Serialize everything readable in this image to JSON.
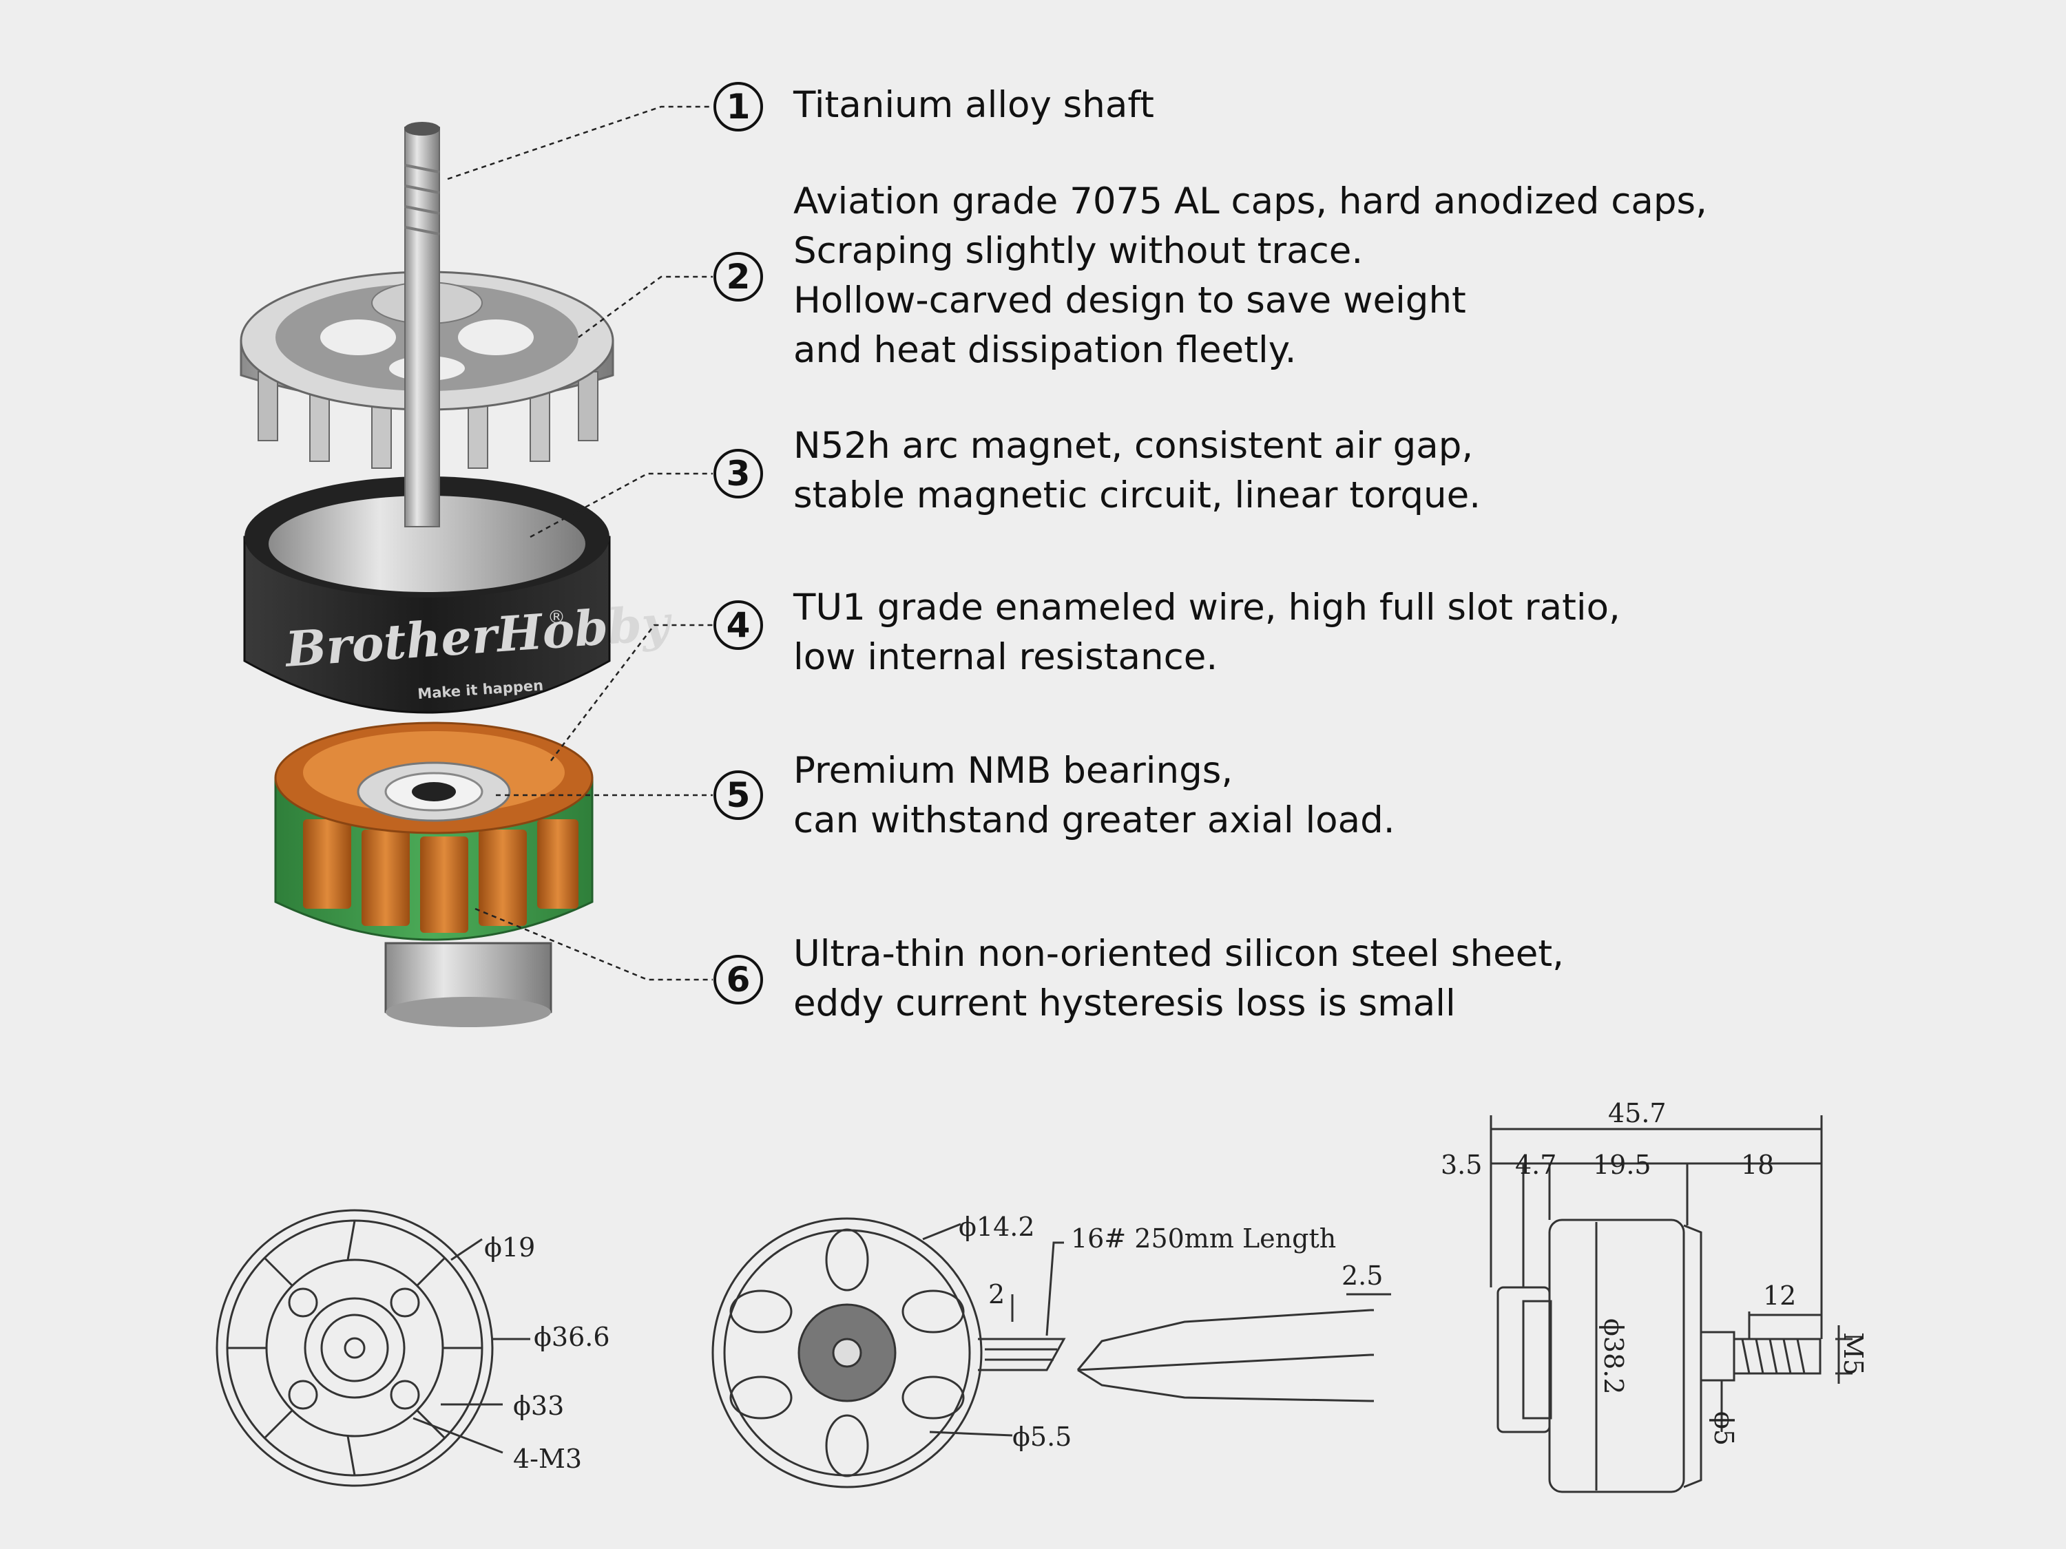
{
  "features": [
    {
      "number": "1",
      "lines": [
        "Titanium alloy shaft"
      ]
    },
    {
      "number": "2",
      "lines": [
        "Aviation grade 7075 AL caps, hard anodized caps,",
        "Scraping slightly without trace.",
        "Hollow-carved design to save weight",
        "and heat dissipation fleetly."
      ]
    },
    {
      "number": "3",
      "lines": [
        "N52h arc magnet, consistent air gap,",
        "stable magnetic circuit, linear torque."
      ]
    },
    {
      "number": "4",
      "lines": [
        "TU1 grade enameled wire, high full slot ratio,",
        "low internal resistance."
      ]
    },
    {
      "number": "5",
      "lines": [
        "Premium NMB bearings,",
        "can withstand greater axial load."
      ]
    },
    {
      "number": "6",
      "lines": [
        "Ultra-thin non-oriented silicon steel sheet,",
        "eddy current hysteresis loss is small"
      ]
    }
  ],
  "brand": {
    "name": "BrotherHobby",
    "registered": "®",
    "tagline": "Make it happen"
  },
  "drawings": {
    "front": {
      "d1": "ϕ19",
      "d2": "ϕ36.6",
      "d3": "ϕ33",
      "screws": "4-M3"
    },
    "back": {
      "hub": "ϕ14.2",
      "wire": "16#  250mm Length",
      "wire_offset": "2",
      "strip": "2.5",
      "hole": "ϕ5.5"
    },
    "side": {
      "total": "45.7",
      "a": "3.5",
      "b": "4.7",
      "c": "19.5",
      "d": "18",
      "shaft_len": "12",
      "body_dia": "ϕ38.2",
      "shaft_dia": "ϕ5",
      "thread": "M5"
    }
  },
  "colors": {
    "background": "#eeeeee",
    "bell": "#2a2a2a",
    "copper": "#c4681f",
    "core": "#3f9a4c"
  }
}
